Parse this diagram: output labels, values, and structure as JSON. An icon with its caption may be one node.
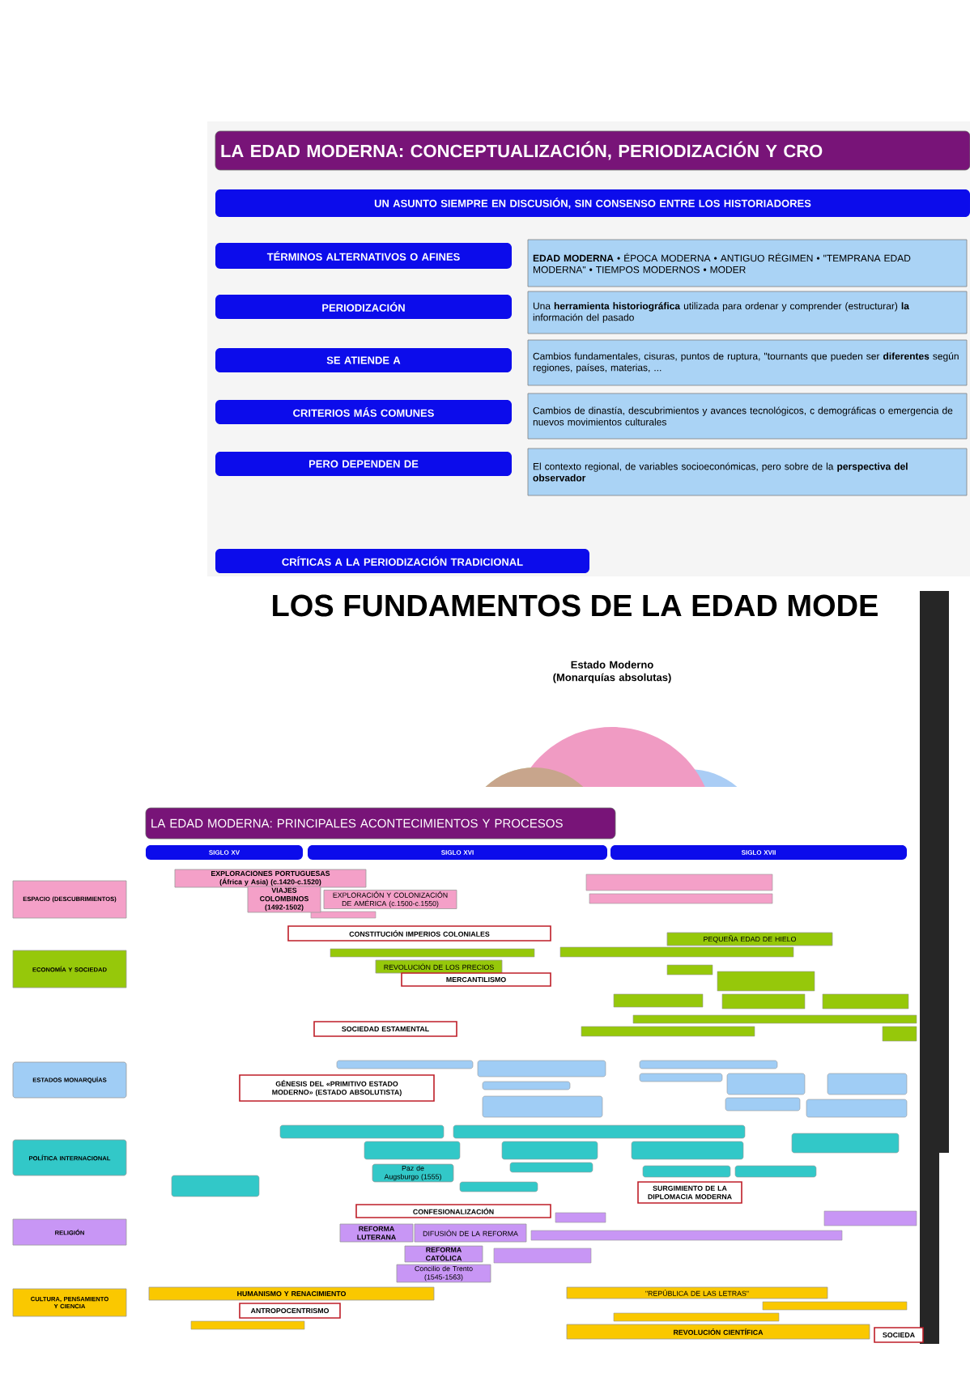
{
  "diagram": {
    "nodes": [
      {
        "text": [
          "LA EDAD MODERNA: CONCEPTUALIZACIÓN, PERIODIZACIÓN Y CRO"
        ]
      },
      {
        "text": [
          "UN ASUNTO SIEMPRE EN DISCUSIÓN, SIN CONSENSO ENTRE LOS HISTORIADORES"
        ]
      },
      {
        "text": [
          "TÉRMINOS ALTERNATIVOS O AFINES"
        ]
      },
      {
        "text": [
          "**EDAD MODERNA** • ÉPOCA MODERNA • ANTIGUO RÉGIMEN • \"TEMPRANA EDAD MODERNA\" • TIEMPOS MODERNOS • MODER"
        ]
      },
      {
        "text": [
          "PERIODIZACIÓN"
        ]
      },
      {
        "text": [
          "Una **herramienta historiográfica** utilizada para ordenar y comprender (estructurar) **la** información del pasado"
        ]
      },
      {
        "text": [
          "SE ATIENDE A"
        ]
      },
      {
        "text": [
          "Cambios fundamentales, cisuras, puntos de ruptura, \"tournants que pueden ser **diferentes** según regiones, países, materias, ..."
        ]
      },
      {
        "text": [
          "CRITERIOS MÁS COMUNES"
        ]
      },
      {
        "text": [
          "Cambios de dinastía, descubrimientos y avances tecnológicos, c demográficas o emergencia de nuevos movimientos culturales"
        ]
      },
      {
        "text": [
          "PERO DEPENDEN DE"
        ]
      },
      {
        "text": [
          "El contexto regional, de variables socioeconómicas, pero sobre de la **perspectiva del observador**"
        ]
      },
      {
        "text": [
          "CRÍTICAS A LA PERIODIZACIÓN TRADICIONAL"
        ]
      },
      {
        "text": [
          "LA EDAD MODERNA: PRINCIPALES ACONTECIMIENTOS Y PROCESOS"
        ]
      },
      {
        "text": [
          "SIGLO XV"
        ]
      },
      {
        "text": [
          "SIGLO XVI"
        ]
      },
      {
        "text": [
          "SIGLO XVII"
        ]
      },
      {
        "text": [
          "ESPACIO (DESCUBRIMIENTOS)"
        ]
      },
      {
        "text": [
          "ECONOMÍA Y SOCIEDAD"
        ]
      },
      {
        "text": [
          "ESTADOS MONARQUÍAS"
        ]
      },
      {
        "text": [
          "POLÍTICA INTERNACIONAL"
        ]
      },
      {
        "text": [
          "RELIGIÓN"
        ]
      },
      {
        "text": [
          "CULTURA, PENSAMIENTO Y CIENCIA"
        ]
      },
      {
        "text": [
          "EXPLORACIONES PORTUGUESAS (África y Asia) (c.1420-c.1520)"
        ]
      },
      {
        "text": [
          "VIAJES COLOMBINOS (1492-1502)"
        ]
      },
      {
        "text": [
          "EXPLORACIÓN Y COLONIZACIÓN DE AMÉRICA (c.1500-c.1550)"
        ]
      },
      {
        "text": [
          "CONSTITUCIÓN IMPERIOS COLONIALES"
        ]
      },
      {
        "text": [
          "PEQUEÑA EDAD DE HIELO"
        ]
      },
      {
        "text": [
          "REVOLUCIÓN DE LOS PRECIOS"
        ]
      },
      {
        "text": [
          "MERCANTILISMO"
        ]
      },
      {
        "text": [
          "SOCIEDAD ESTAMENTAL"
        ]
      },
      {
        "text": [
          "GÉNESIS DEL «PRIMITIVO ESTADO MODERNO» (ESTADO ABSOLUTISTA)"
        ]
      },
      {
        "text": [
          "Paz de Augsburgo (1555)"
        ]
      },
      {
        "text": [
          "SURGIMIENTO DE LA DIPLOMACIA MODERNA"
        ]
      },
      {
        "text": [
          "CONFESIONALIZACIÓN"
        ]
      },
      {
        "text": [
          "REFORMA LUTERANA"
        ]
      },
      {
        "text": [
          "DIFUSIÓN DE LA REFORMA"
        ]
      },
      {
        "text": [
          "REFORMA CATÓLICA"
        ]
      },
      {
        "text": [
          "Concilio de Trento (1545-1563)"
        ]
      },
      {
        "text": [
          "HUMANISMO Y RENACIMIENTO"
        ]
      },
      {
        "text": [
          "ANTROPOCENTRISMO"
        ]
      },
      {
        "text": [
          "\"REPÚBLICA DE LAS LETRAS\""
        ]
      },
      {
        "text": [
          "REVOLUCIÓN CIENTÍFICA"
        ]
      },
      {
        "text": [
          "SOCIEDA"
        ]
      },
      {
        "text": [],
        "shape": "bar"
      },
      {
        "text": [],
        "shape": "bar"
      },
      {
        "text": [],
        "shape": "bar"
      },
      {
        "text": [],
        "shape": "bar"
      },
      {
        "text": [],
        "shape": "bar"
      },
      {
        "text": [],
        "shape": "bar"
      },
      {
        "text": [],
        "shape": "bar"
      },
      {
        "text": [],
        "shape": "bar"
      },
      {
        "text": [],
        "shape": "bar"
      },
      {
        "text": [],
        "shape": "bar"
      },
      {
        "text": [],
        "shape": "bar"
      },
      {
        "text": [],
        "shape": "bar"
      },
      {
        "text": [],
        "shape": "bar"
      },
      {
        "text": [],
        "shape": "bar"
      },
      {
        "text": [],
        "shape": "bar"
      },
      {
        "text": [],
        "shape": "bar"
      },
      {
        "text": [],
        "shape": "bar"
      },
      {
        "text": [],
        "shape": "bar"
      },
      {
        "text": [],
        "shape": "bar"
      },
      {
        "text": [],
        "shape": "bar"
      },
      {
        "text": [],
        "shape": "bar"
      },
      {
        "text": [],
        "shape": "bar"
      },
      {
        "text": [],
        "shape": "bar"
      },
      {
        "text": [],
        "shape": "bar"
      },
      {
        "text": [],
        "shape": "bar"
      },
      {
        "text": [],
        "shape": "bar"
      },
      {
        "text": [],
        "shape": "bar"
      },
      {
        "text": [],
        "shape": "bar"
      },
      {
        "text": [],
        "shape": "bar"
      },
      {
        "text": [],
        "shape": "bar"
      },
      {
        "text": [],
        "shape": "bar"
      },
      {
        "text": [],
        "shape": "bar"
      },
      {
        "text": [],
        "shape": "bar"
      },
      {
        "text": [],
        "shape": "bar"
      },
      {
        "text": [],
        "shape": "bar"
      },
      {
        "text": [],
        "shape": "bar"
      },
      {
        "text": [],
        "shape": "bar"
      },
      {
        "text": [],
        "shape": "bar"
      },
      {
        "text": [],
        "shape": "bar"
      },
      {
        "text": [],
        "shape": "bar"
      },
      {
        "text": [],
        "shape": "bar"
      }
    ],
    "labels": [
      "LOS FUNDAMENTOS DE LA EDAD MODE",
      "Estado Moderno (Monarquías absolutas)"
    ]
  }
}
